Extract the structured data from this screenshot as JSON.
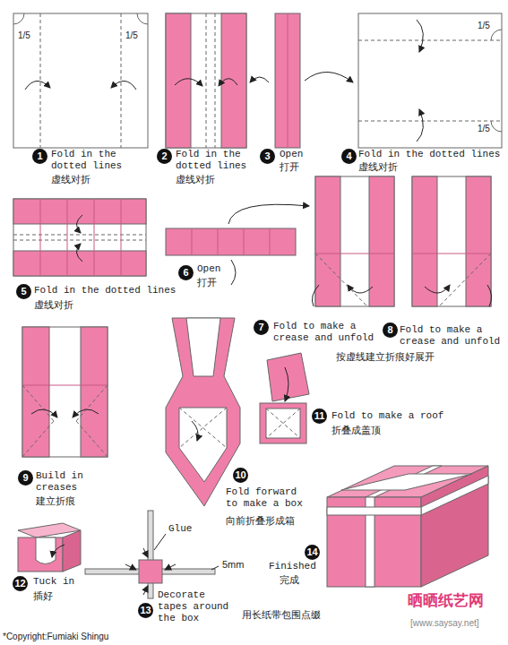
{
  "diagram": {
    "labels": [
      "1/5",
      "1/5",
      "1",
      "Fold in the dotted lines",
      "虚线对折",
      "2",
      "Fold in the dotted lines",
      "虚线对折",
      "3",
      "Open",
      "打开",
      "1/5",
      "1/5",
      "4",
      "Fold in the dotted lines",
      "虚线对折",
      "5",
      "Fold in the dotted lines",
      "虚线对折",
      "6",
      "Open",
      "打开",
      "7",
      "Fold to make a crease and unfold",
      "按虚线建立折痕好展开",
      "8",
      "Fold to make a crease and unfold",
      "9",
      "Build in creases",
      "建立折痕",
      "10",
      "Fold forward to make a box",
      "向前折叠形成箱",
      "11",
      "Fold to make a roof",
      "折叠成盖顶",
      "12",
      "Tuck in",
      "插好",
      "Glue",
      "13",
      "Decorate tapes around the box",
      "用长纸带包围点缀",
      "5mm",
      "14",
      "Finished",
      "完成",
      "*Copyright:Fumiaki Shingu",
      "晒晒纸艺网",
      "[www.saysay.net]"
    ]
  }
}
